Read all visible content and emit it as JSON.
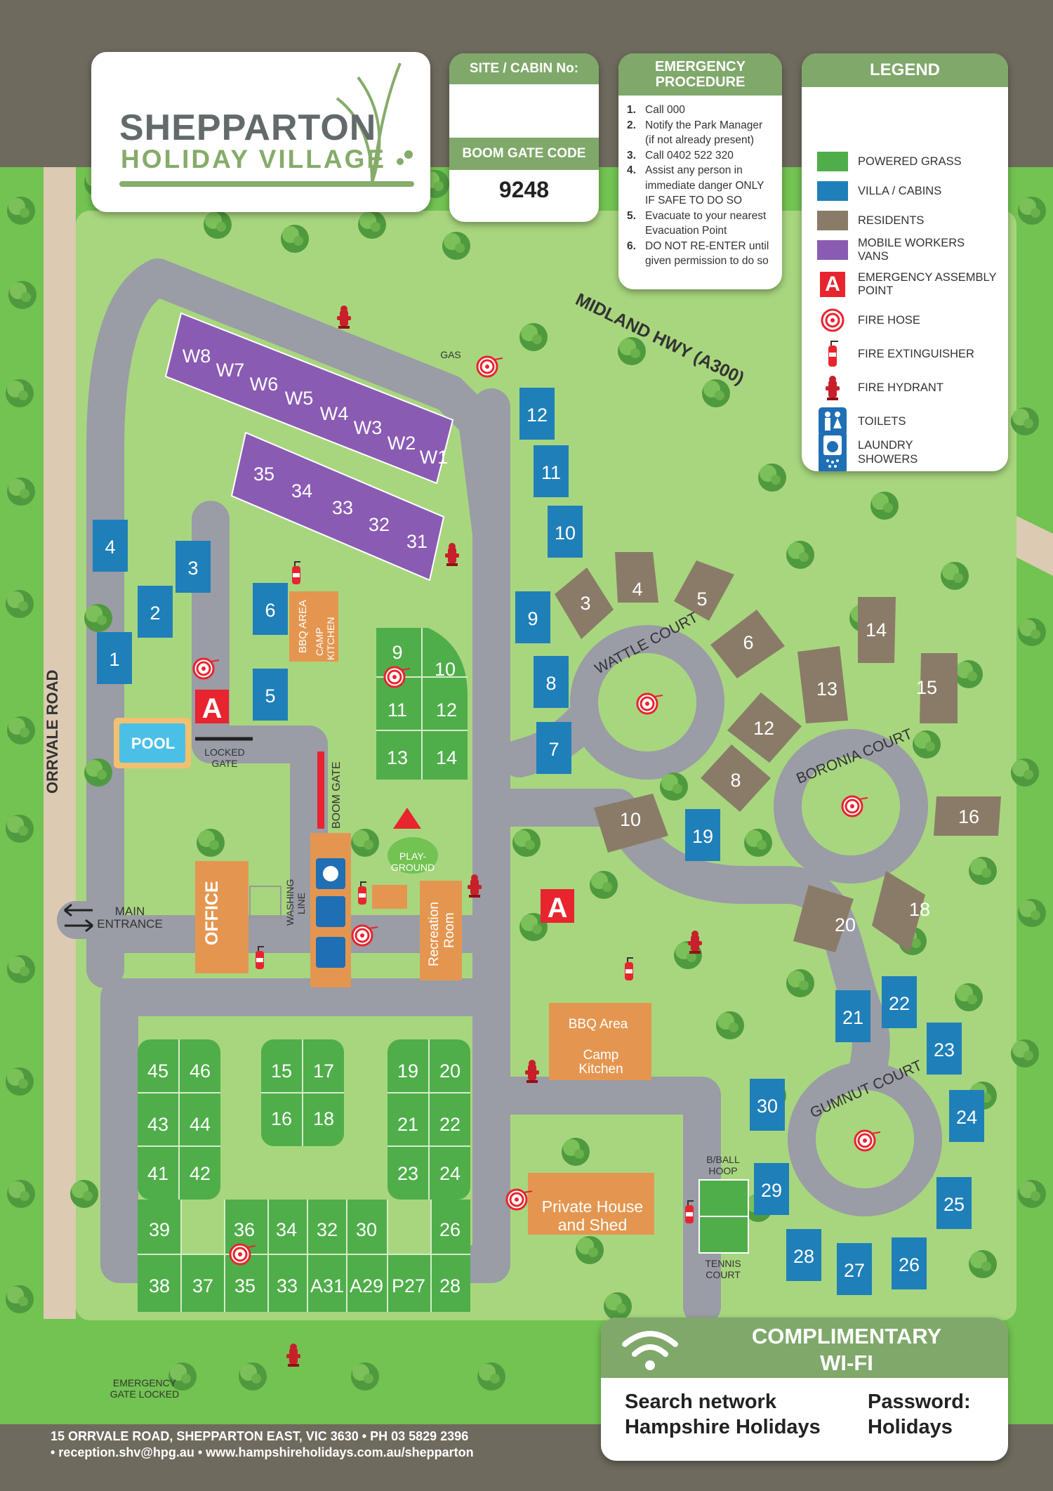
{
  "header": {
    "logo": {
      "line1": "SHEPPARTON",
      "line2": "HOLIDAY VILLAGE"
    },
    "site_box": {
      "title": "SITE / CABIN No:",
      "boom_gate_label": "BOOM GATE CODE",
      "boom_gate_code": "9248"
    },
    "emergency": {
      "title_line1": "EMERGENCY",
      "title_line2": "PROCEDURE",
      "steps": [
        {
          "num": "1.",
          "lines": [
            "Call 000"
          ]
        },
        {
          "num": "2.",
          "lines": [
            "Notify the Park Manager",
            "(if not already present)"
          ]
        },
        {
          "num": "3.",
          "lines": [
            "Call 0402 522 320"
          ]
        },
        {
          "num": "4.",
          "lines": [
            "Assist any person in",
            "immediate danger ONLY",
            "IF SAFE TO DO SO"
          ]
        },
        {
          "num": "5.",
          "lines": [
            "Evacuate to your nearest",
            "Evacuation Point"
          ]
        },
        {
          "num": "6.",
          "lines": [
            "DO NOT RE-ENTER until",
            "given permission to do so"
          ]
        }
      ]
    },
    "legend": {
      "title": "LEGEND",
      "items": [
        {
          "label": "POWERED GRASS",
          "icon": "powered-grass-swatch",
          "color": "#4fae4a"
        },
        {
          "label": "VILLA / CABINS",
          "icon": "villa-cabin-swatch",
          "color": "#1f7fb9"
        },
        {
          "label": "RESIDENTS",
          "icon": "residents-swatch",
          "color": "#8a7b68"
        },
        {
          "label": "MOBILE WORKERS VANS",
          "icon": "mobile-workers-swatch",
          "color": "#8a5bb3"
        },
        {
          "label": "EMERGENCY ASSEMBLY POINT",
          "icon": "assembly-point-icon",
          "color": "#e8242e"
        },
        {
          "label": "FIRE HOSE",
          "icon": "fire-hose-icon",
          "color": "#e8242e"
        },
        {
          "label": "FIRE EXTINGUISHER",
          "icon": "fire-extinguisher-icon",
          "color": "#e8242e"
        },
        {
          "label": "FIRE HYDRANT",
          "icon": "fire-hydrant-icon",
          "color": "#c8202a"
        },
        {
          "label": "TOILETS",
          "icon": "toilets-icon",
          "color": "#1f6fb5"
        },
        {
          "label": "SHOWERS",
          "icon": "showers-icon",
          "color": "#1f6fb5"
        },
        {
          "label": "LAUNDRY",
          "icon": "laundry-icon",
          "color": "#1f6fb5"
        }
      ]
    }
  },
  "map": {
    "roads": {
      "orrvale": "ORRVALE ROAD",
      "midland": "MIDLAND HWY (A300)"
    },
    "courts": {
      "wattle": "WATTLE COURT",
      "boronia": "BORONIA COURT",
      "gumnut": "GUMNUT COURT"
    },
    "labels": {
      "gas": "GAS",
      "pool": "POOL",
      "locked_gate_1": "LOCKED",
      "locked_gate_2": "GATE",
      "boom_gate": "BOOM GATE",
      "bbq_area_small_1": "BBQ AREA",
      "camp_kitchen_small_1": "CAMP",
      "camp_kitchen_small_2": "KITCHEN",
      "office": "OFFICE",
      "washing_line_1": "WASHING",
      "washing_line_2": "LINE",
      "main_entrance_1": "MAIN",
      "main_entrance_2": "ENTRANCE",
      "playground_1": "PLAY-",
      "playground_2": "GROUND",
      "recreation_1": "Recreation",
      "recreation_2": "Room",
      "bbq_area": "BBQ Area",
      "camp_kitchen_1": "Camp",
      "camp_kitchen_2": "Kitchen",
      "private_house_1": "Private House",
      "private_house_2": "and Shed",
      "bball_1": "B/BALL",
      "bball_2": "HOOP",
      "tennis_1": "TENNIS",
      "tennis_2": "COURT",
      "emergency_gate_1": "EMERGENCY",
      "emergency_gate_2": "GATE LOCKED"
    },
    "workers_vans": [
      "W8",
      "W7",
      "W6",
      "W5",
      "W4",
      "W3",
      "W2",
      "W1"
    ],
    "workers_vans_lower": [
      "35",
      "34",
      "33",
      "32",
      "31"
    ],
    "villa_cabins": [
      "12",
      "11",
      "10",
      "9",
      "8",
      "7",
      "4",
      "3",
      "2",
      "1",
      "6",
      "5",
      "19",
      "21",
      "22",
      "23",
      "24",
      "25",
      "26",
      "27",
      "28",
      "29",
      "30"
    ],
    "residents": [
      "3",
      "4",
      "5",
      "6",
      "12",
      "8",
      "10",
      "14",
      "13",
      "15",
      "16",
      "20",
      "18"
    ],
    "powered_grass_center": [
      "9",
      "10",
      "11",
      "12",
      "13",
      "14"
    ],
    "powered_grass_south": {
      "left_pairs": [
        [
          "45",
          "46"
        ],
        [
          "43",
          "44"
        ],
        [
          "41",
          "42"
        ]
      ],
      "mid_pairs": [
        [
          "15",
          "17"
        ],
        [
          "16",
          "18"
        ]
      ],
      "right_pairs": [
        [
          "19",
          "20"
        ],
        [
          "21",
          "22"
        ],
        [
          "23",
          "24"
        ]
      ],
      "row_a": [
        "39",
        "36",
        "34",
        "32",
        "30",
        "26"
      ],
      "row_b": [
        "38",
        "37",
        "35",
        "33",
        "A31",
        "A29",
        "P27",
        "28"
      ]
    }
  },
  "wifi": {
    "title_line1": "COMPLIMENTARY",
    "title_line2": "WI-FI",
    "network_label": "Search network",
    "network_value": "Hampshire Holidays",
    "password_label": "Password:",
    "password_value": "Holidays"
  },
  "footer": {
    "line1": "15 ORRVALE ROAD, SHEPPARTON EAST, VIC 3630 • PH 03 5829 2396",
    "line2": "• reception.shv@hpg.au • www.hampshireholidays.com.au/shepparton"
  }
}
